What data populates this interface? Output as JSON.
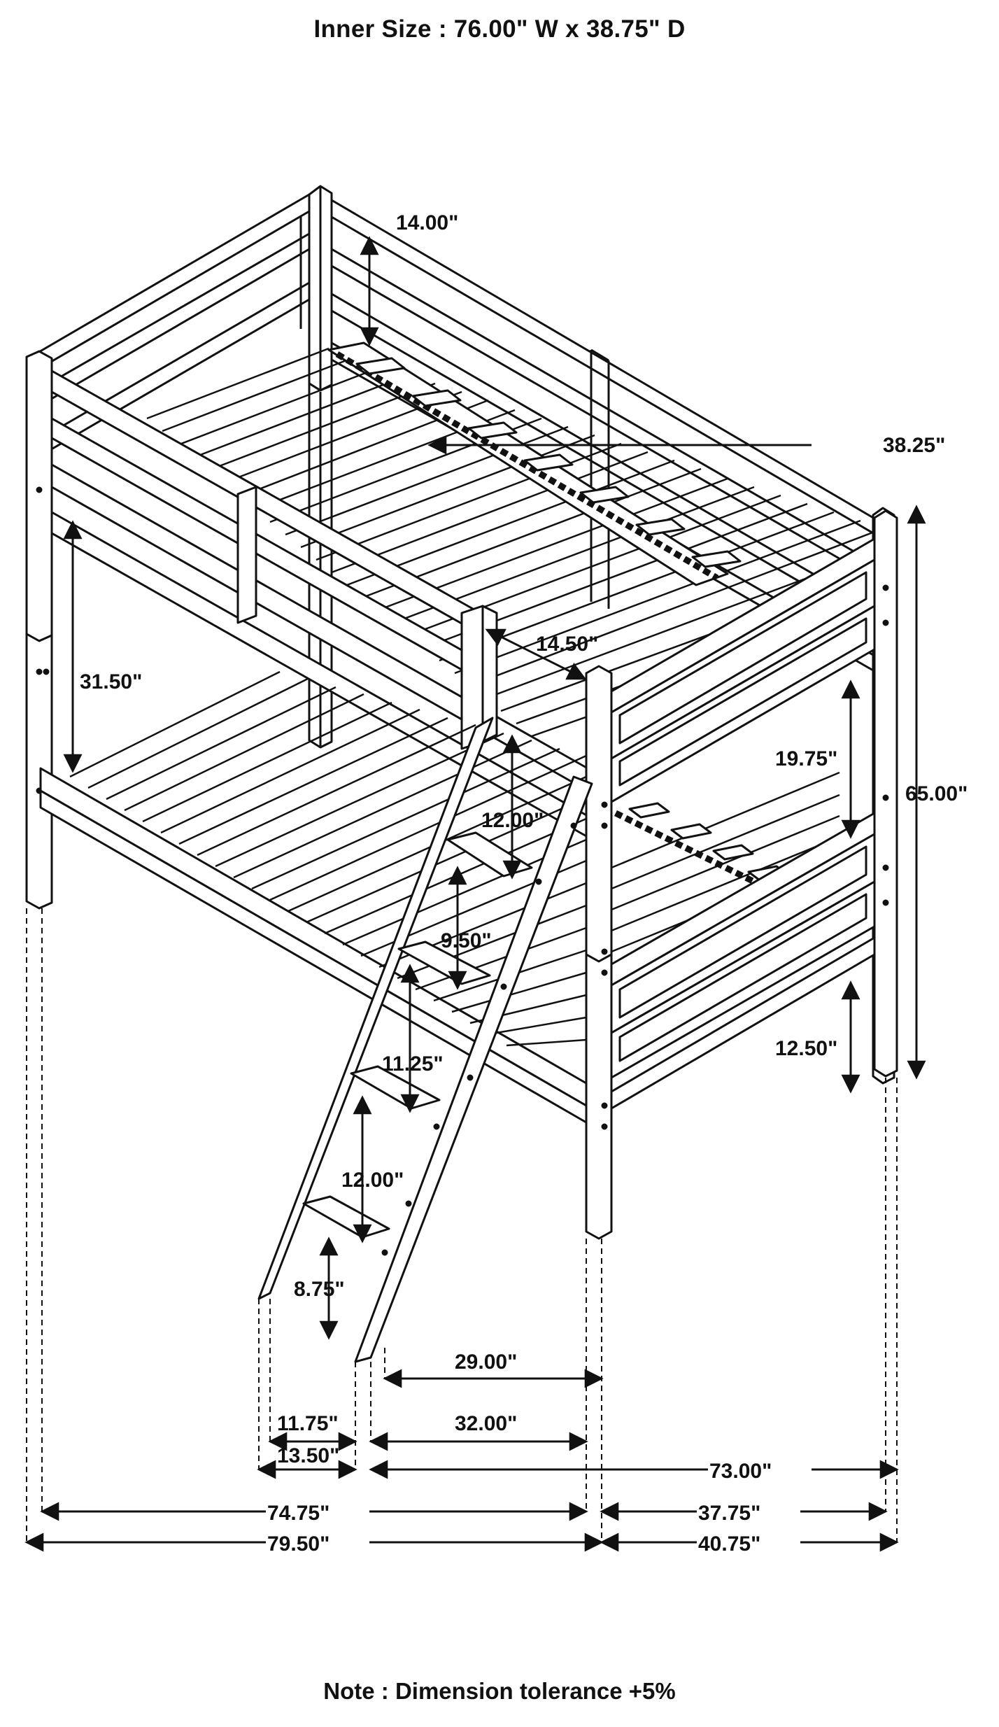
{
  "header": {
    "inner_size": "Inner Size : 76.00\" W x  38.75\" D"
  },
  "footer": {
    "note": "Note : Dimension tolerance +5%"
  },
  "dimensions": {
    "guardrail_height": "14.00\"",
    "slat_span": "38.25\"",
    "guardrail_opening": "14.50\"",
    "bunk_clearance": "31.50\"",
    "end_panel_gap": "19.75\"",
    "overall_height": "65.00\"",
    "ladder_rung_top": "12.00\"",
    "ladder_rung_2": "9.50\"",
    "ladder_rung_3": "11.25\"",
    "ladder_rung_4": "12.00\"",
    "ladder_bottom": "8.75\"",
    "floor_clearance": "12.50\"",
    "ladder_to_post": "29.00\"",
    "ladder_inner": "11.75\"",
    "ladder_offset": "32.00\"",
    "ladder_outer": "13.50\"",
    "ladder_span_to_end": "73.00\"",
    "inner_length": "74.75\"",
    "inner_depth": "37.75\"",
    "overall_length": "79.50\"",
    "overall_depth": "40.75\""
  },
  "colors": {
    "line": "#111111",
    "background": "#ffffff"
  }
}
